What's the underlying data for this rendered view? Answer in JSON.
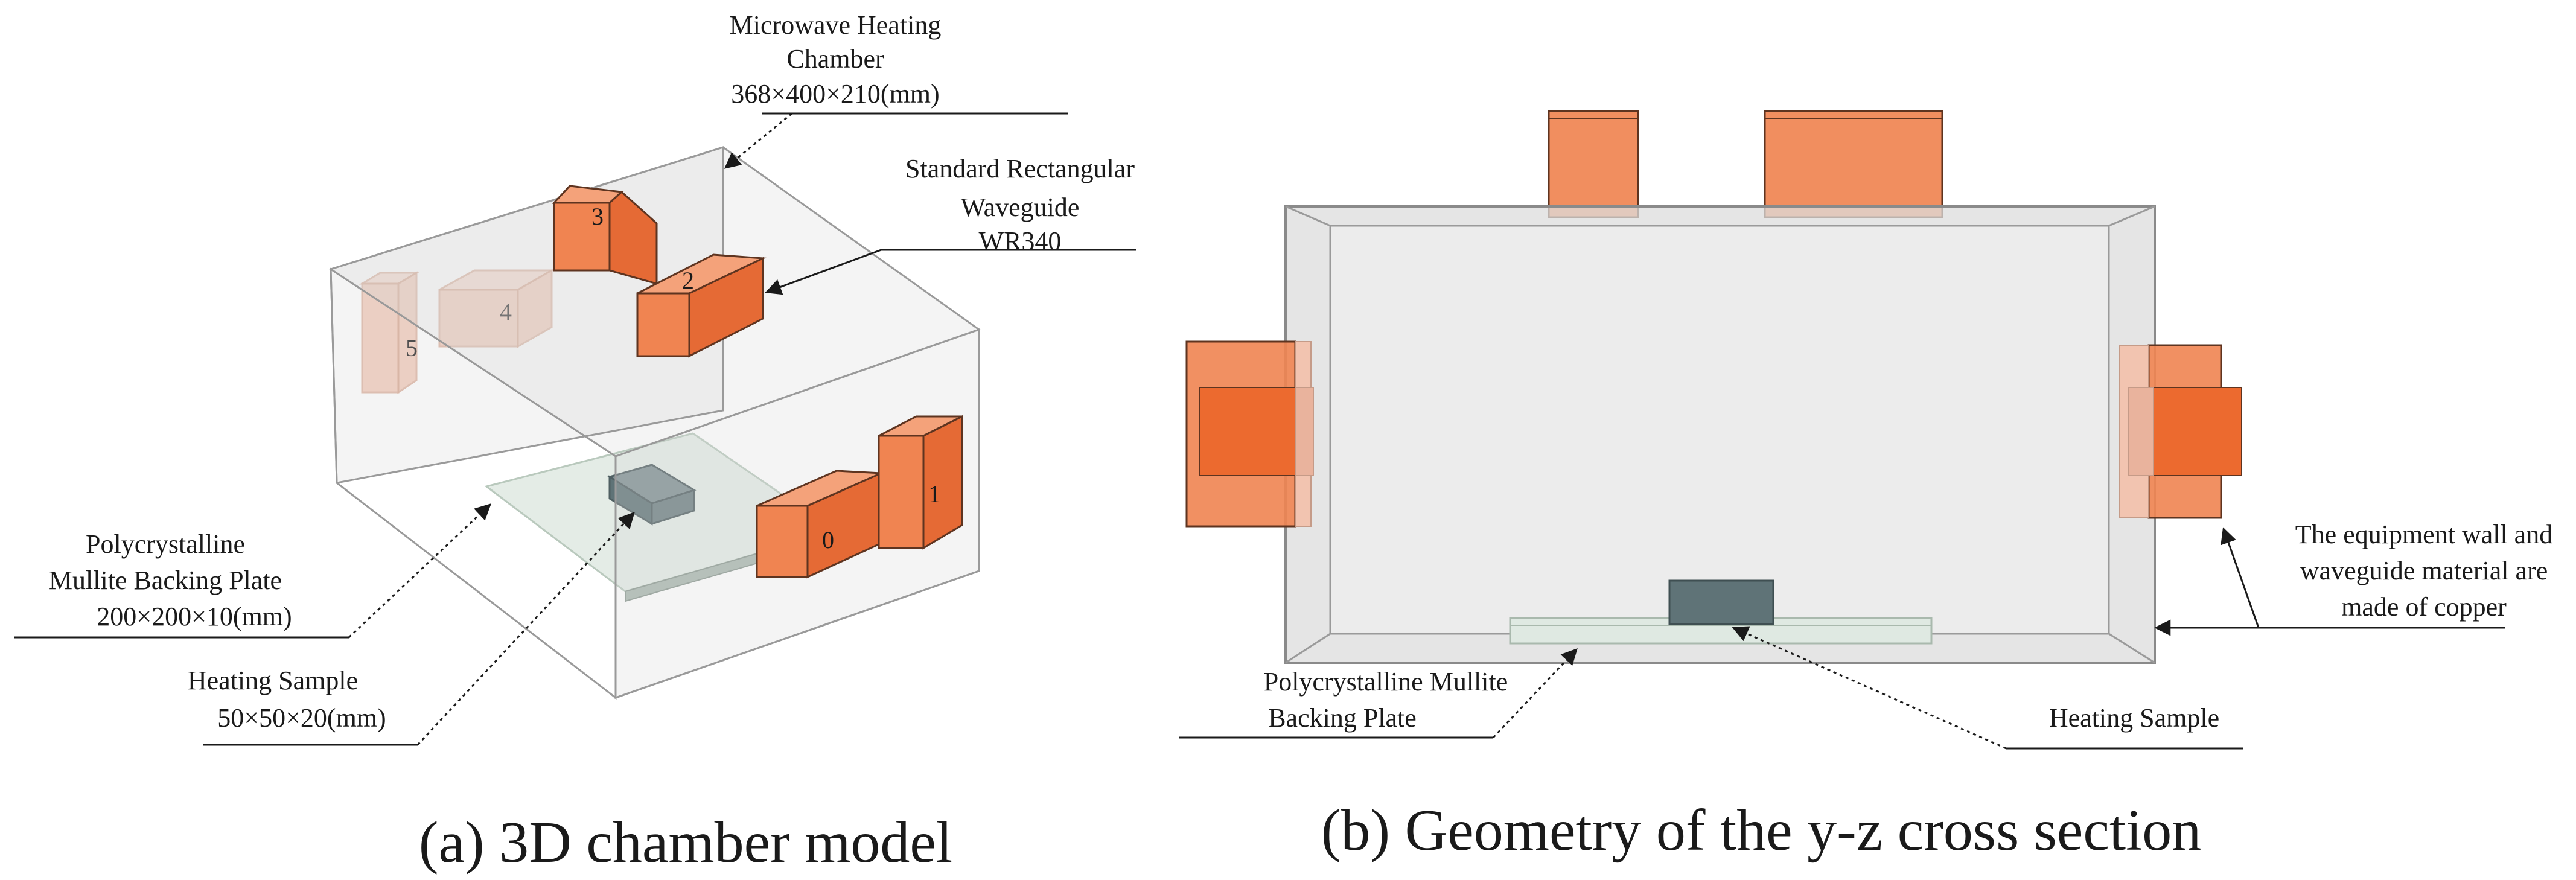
{
  "panel_a": {
    "caption": "(a) 3D chamber model",
    "labels": {
      "chamber_line1": "Microwave Heating",
      "chamber_line2": "Chamber",
      "chamber_line3": "368×400×210(mm)",
      "waveguide_line1": "Standard Rectangular",
      "waveguide_line2": "Waveguide",
      "waveguide_line3": "WR340",
      "plate_line1": "Polycrystalline",
      "plate_line2": "Mullite Backing Plate",
      "plate_line3": "200×200×10(mm)",
      "sample_line1": "Heating Sample",
      "sample_line2": "50×50×20(mm)"
    },
    "port_numbers": [
      "0",
      "1",
      "2",
      "3",
      "4",
      "5"
    ]
  },
  "panel_b": {
    "caption": "(b) Geometry of the y-z cross section",
    "labels": {
      "wall_line1": "The equipment wall and",
      "wall_line2": "waveguide material are",
      "wall_line3": "made of copper",
      "plate_line1": "Polycrystalline Mullite",
      "plate_line2": "Backing Plate",
      "sample": "Heating Sample"
    }
  },
  "colors": {
    "waveguide_orange": "#f08451",
    "sample_gray": "#5f7377",
    "plate_green": "#dfe9e2",
    "chamber_gray": "#d9d9d9"
  }
}
